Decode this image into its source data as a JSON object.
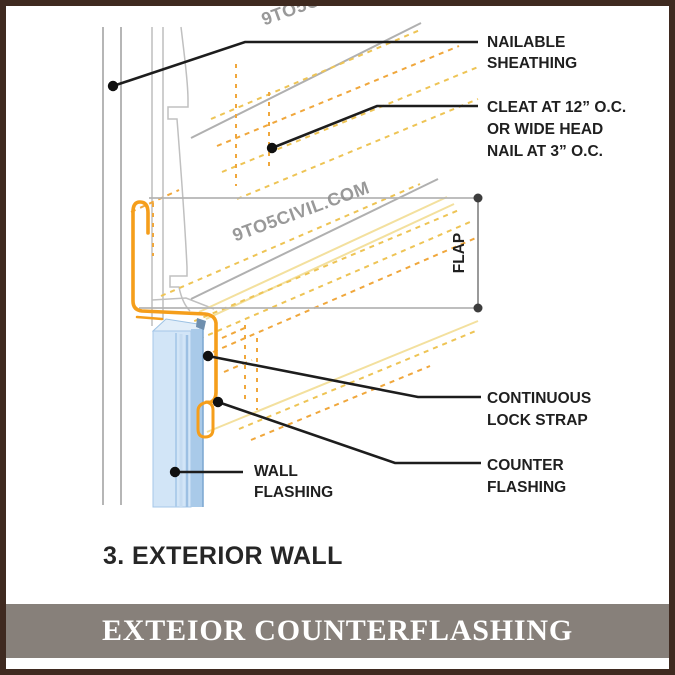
{
  "banner": {
    "text": "EXTEIOR COUNTERFLASHING"
  },
  "title": {
    "text": "3. EXTERIOR WALL"
  },
  "watermark": {
    "text": "9TO5CIVIL.COM"
  },
  "labels": {
    "nailable": {
      "lines": [
        "NAILABLE",
        "SHEATHING"
      ]
    },
    "cleat": {
      "lines": [
        "CLEAT AT 12” O.C.",
        "OR WIDE HEAD",
        "NAIL AT 3” O.C."
      ]
    },
    "flap": {
      "text": "FLAP"
    },
    "lockstrap": {
      "lines": [
        "CONTINUOUS",
        "LOCK STRAP"
      ]
    },
    "counterflashing": {
      "lines": [
        "COUNTER",
        "FLASHING"
      ]
    },
    "wallflashing": {
      "lines": [
        "WALL",
        "FLASHING"
      ]
    }
  },
  "colors": {
    "border": "#3f2a20",
    "banner_bg": "#87807a",
    "banner_text": "#ffffff",
    "counterflashing_orange": "#f59e1b",
    "wall_flashing_blue": "#d2e5f7",
    "wall_flashing_blue_dark": "#a9cae9",
    "leader_black": "#1d1d1d",
    "line_gray": "#b4b4b4",
    "dash_yellow_light": "#eec455",
    "dash_yellow_dark": "#f0a73c",
    "pale_yellow": "#f3e09e"
  }
}
